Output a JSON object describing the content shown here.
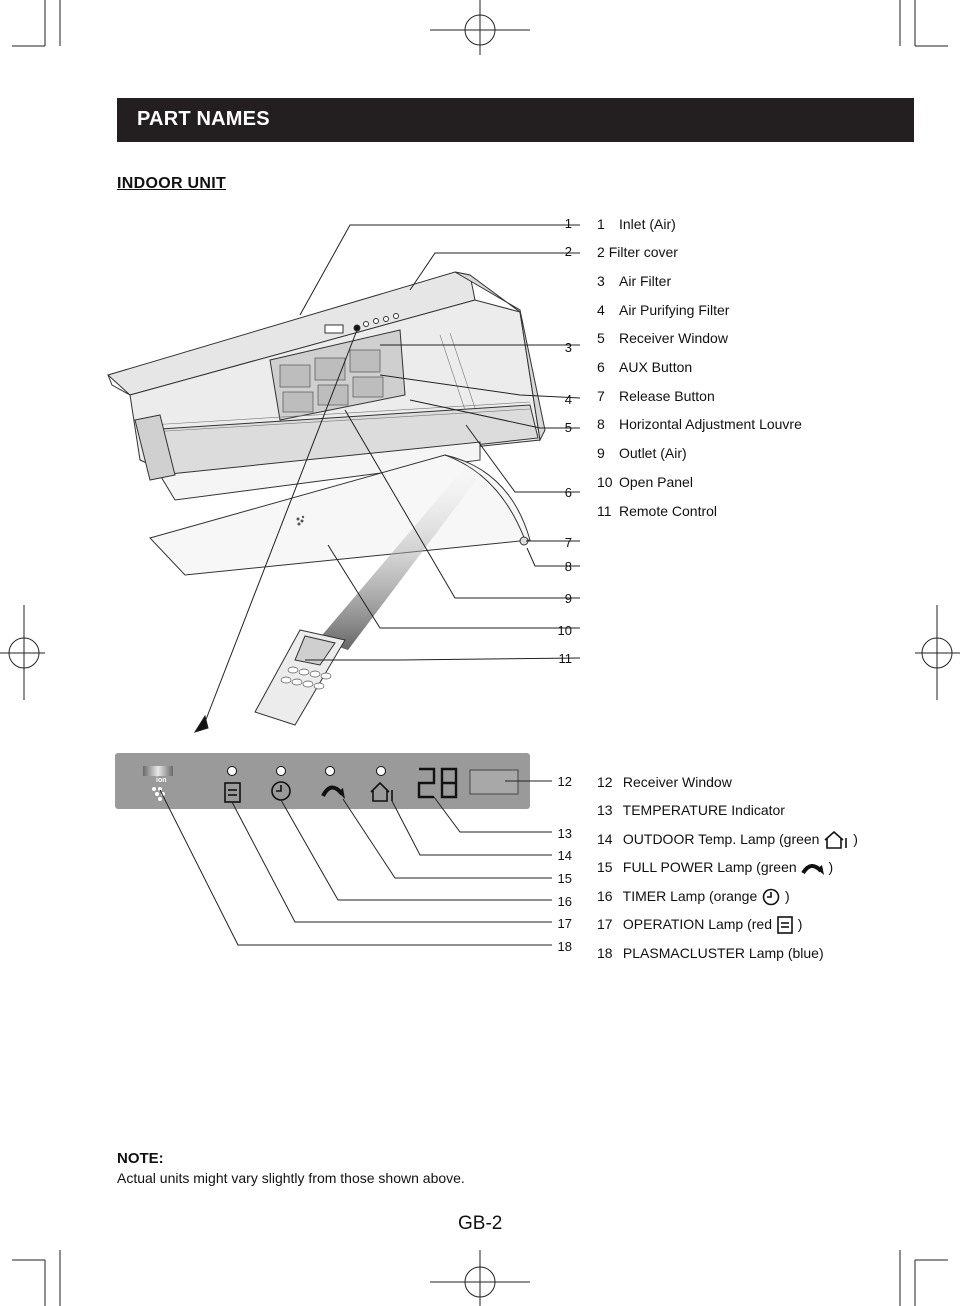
{
  "header": {
    "title": "PART NAMES"
  },
  "section": {
    "title": "INDOOR UNIT"
  },
  "callouts_top": [
    "1",
    "2",
    "3",
    "4",
    "5",
    "6",
    "7",
    "8",
    "9",
    "10",
    "11"
  ],
  "legend_top": [
    {
      "num": "1",
      "label": "Inlet (Air)"
    },
    {
      "num": "2",
      "label": "Filter cover"
    },
    {
      "num": "3",
      "label": "Air Filter"
    },
    {
      "num": "4",
      "label": "Air Purifying Filter"
    },
    {
      "num": "5",
      "label": "Receiver Window"
    },
    {
      "num": "6",
      "label": "AUX Button"
    },
    {
      "num": "7",
      "label": "Release Button"
    },
    {
      "num": "8",
      "label": "Horizontal Adjustment Louvre"
    },
    {
      "num": "9",
      "label": "Outlet (Air)"
    },
    {
      "num": "10",
      "label": "Open Panel"
    },
    {
      "num": "11",
      "label": "Remote Control"
    }
  ],
  "callouts_bottom": [
    "12",
    "13",
    "14",
    "15",
    "16",
    "17",
    "18"
  ],
  "legend_bottom": [
    {
      "num": "12",
      "label": "Receiver Window",
      "suffix": ""
    },
    {
      "num": "13",
      "label": "TEMPERATURE Indicator",
      "suffix": ""
    },
    {
      "num": "14",
      "label": "OUTDOOR Temp. Lamp (green",
      "icon": "house-icon",
      "suffix": ")"
    },
    {
      "num": "15",
      "label": "FULL POWER Lamp (green",
      "icon": "full-power-icon",
      "suffix": ")"
    },
    {
      "num": "16",
      "label": "TIMER Lamp (orange",
      "icon": "clock-icon",
      "suffix": ")"
    },
    {
      "num": "17",
      "label": "OPERATION Lamp (red",
      "icon": "operation-icon",
      "suffix": ")"
    },
    {
      "num": "18",
      "label": "PLASMACLUSTER Lamp (blue)",
      "suffix": ""
    }
  ],
  "display_panel": {
    "temperature": "28",
    "ion_text": "ion"
  },
  "note": {
    "title": "NOTE:",
    "text": "Actual units might vary slightly from those shown above."
  },
  "page": {
    "number": "GB-2"
  }
}
